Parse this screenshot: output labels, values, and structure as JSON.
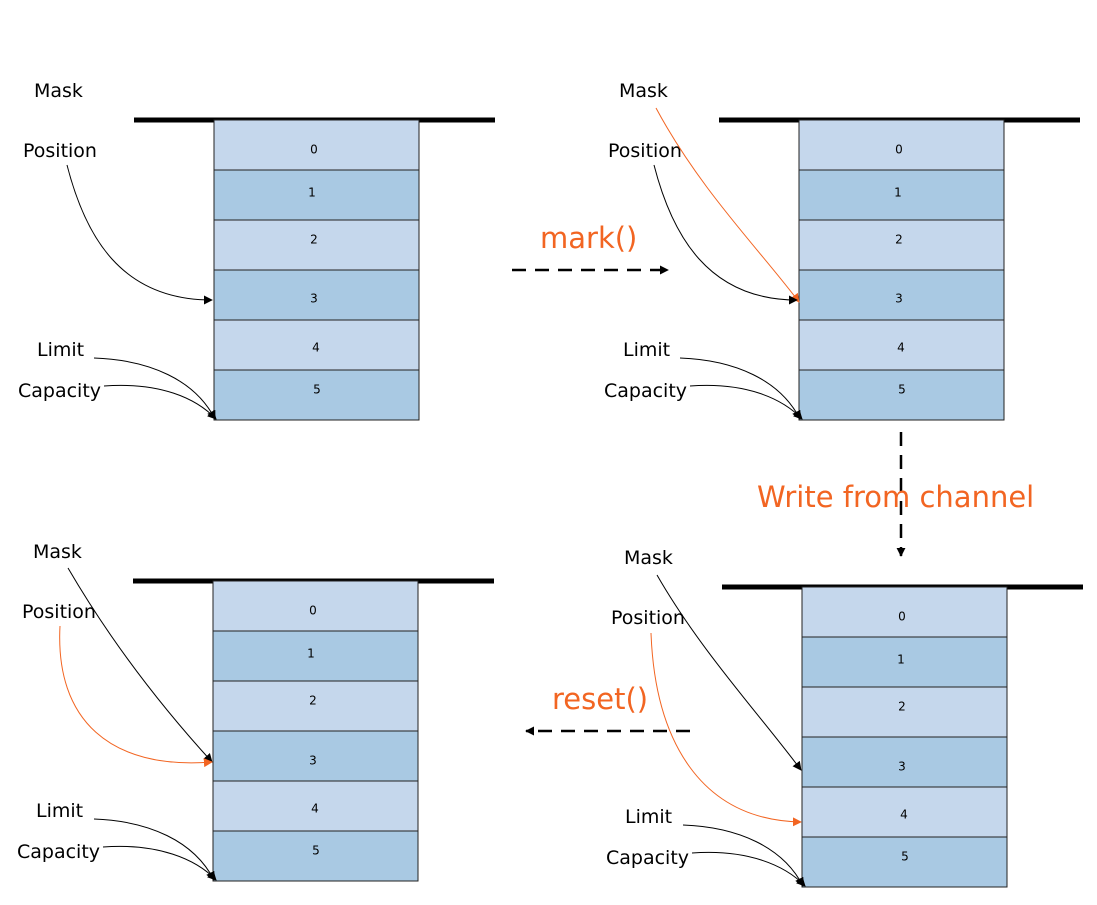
{
  "labels": {
    "mask": "Mask",
    "position": "Position",
    "limit": "Limit",
    "capacity": "Capacity"
  },
  "cells": [
    "0",
    "1",
    "2",
    "3",
    "4",
    "5"
  ],
  "operations": {
    "mark": "mark()",
    "write": "Write from channel",
    "reset": "reset()"
  },
  "colors": {
    "cell_light": "#c5d7ec",
    "cell_dark": "#a9c9e3",
    "highlight": "#f26522",
    "line": "#000000"
  }
}
